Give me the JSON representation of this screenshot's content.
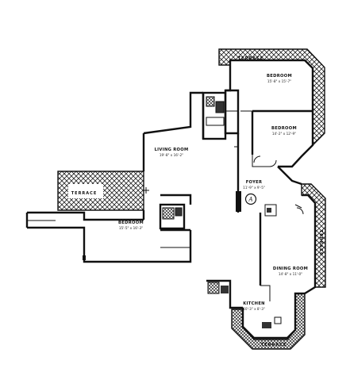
{
  "rooms": {
    "bedroom_upper": {
      "name": "BEDROOM",
      "dims": "15'-8\" x 15'-7\""
    },
    "bedroom_right": {
      "name": "BEDROOM",
      "dims": "14'-2\" x 12'-9\""
    },
    "living_room": {
      "name": "LIVING ROOM",
      "dims": "19'-8\" x 16'-2\""
    },
    "foyer": {
      "name": "FOYER",
      "dims": "11'-9\" x 9'-5\""
    },
    "bedroom_left": {
      "name": "BEDROOM",
      "dims": "15'-5\" x 16'-3\""
    },
    "dining_room": {
      "name": "DINING ROOM",
      "dims": "14'-8\" x 11'-0\""
    },
    "kitchen": {
      "name": "KITCHEN",
      "dims": "10'-3\" x 8'-3\""
    }
  },
  "terraces": {
    "top": "TERRACE",
    "left": "TERRACE",
    "right": "TERRACE",
    "bottom": "TERRACE"
  },
  "marker": {
    "letter": "A"
  }
}
